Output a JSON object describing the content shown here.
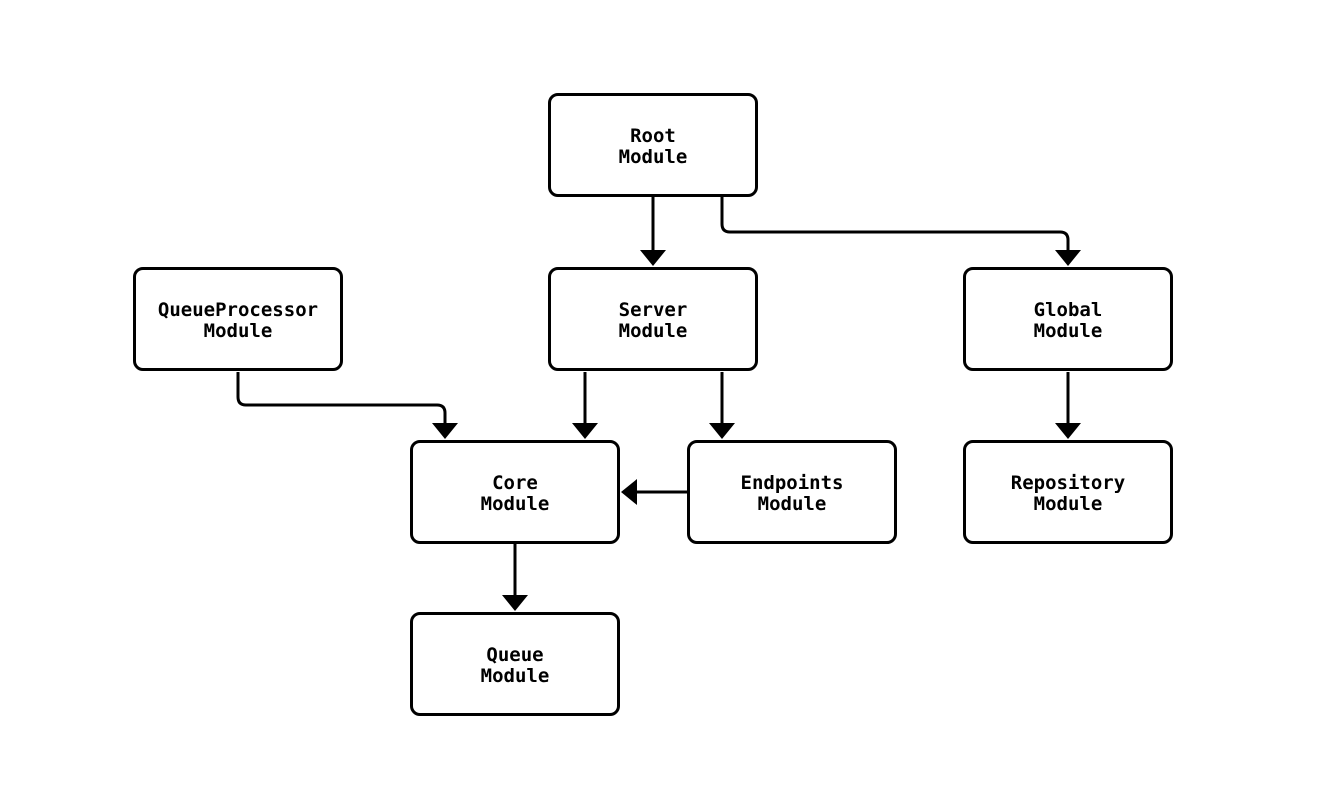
{
  "diagram": {
    "type": "flowchart",
    "direction": "top-down",
    "background_color": "#ffffff",
    "node_fill_color": "#ffffff",
    "node_stroke_color": "#000000",
    "edge_color": "#000000",
    "nodes": {
      "root": {
        "line1": "Root",
        "line2": "Module"
      },
      "server": {
        "line1": "Server",
        "line2": "Module"
      },
      "global": {
        "line1": "Global",
        "line2": "Module"
      },
      "queueprocessor": {
        "line1": "QueueProcessor",
        "line2": "Module"
      },
      "core": {
        "line1": "Core",
        "line2": "Module"
      },
      "endpoints": {
        "line1": "Endpoints",
        "line2": "Module"
      },
      "repository": {
        "line1": "Repository",
        "line2": "Module"
      },
      "queue": {
        "line1": "Queue",
        "line2": "Module"
      }
    },
    "edges": [
      {
        "from": "Root Module",
        "to": "Server Module"
      },
      {
        "from": "Root Module",
        "to": "Global Module"
      },
      {
        "from": "QueueProcessor Module",
        "to": "Core Module"
      },
      {
        "from": "Server Module",
        "to": "Core Module"
      },
      {
        "from": "Server Module",
        "to": "Endpoints Module"
      },
      {
        "from": "Endpoints Module",
        "to": "Core Module"
      },
      {
        "from": "Global Module",
        "to": "Repository Module"
      },
      {
        "from": "Core Module",
        "to": "Queue Module"
      }
    ]
  }
}
